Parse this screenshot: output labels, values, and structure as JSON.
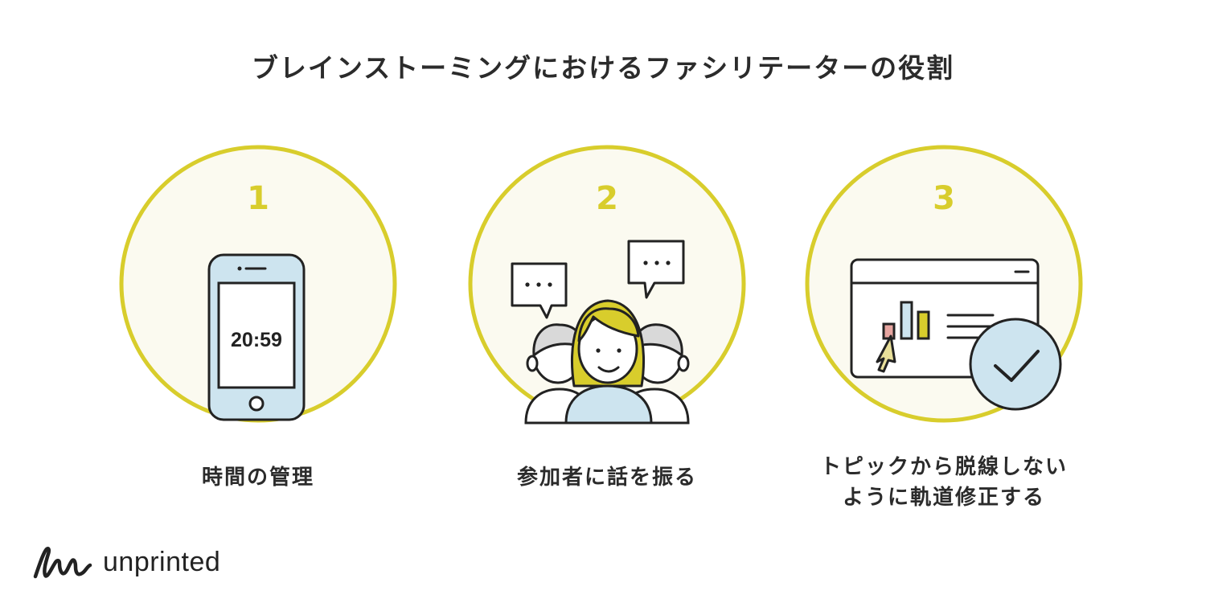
{
  "title": "ブレインストーミングにおけるファシリテーターの役割",
  "steps": [
    {
      "number": "1",
      "caption": "時間の管理",
      "timer_display": "20:59"
    },
    {
      "number": "2",
      "caption": "参加者に話を振る",
      "speech_bubble": "···"
    },
    {
      "number": "3",
      "caption_line1": "トピックから脱線しない",
      "caption_line2": "ように軌道修正する"
    }
  ],
  "brand": {
    "name": "unprinted"
  },
  "colors": {
    "accent_yellow": "#d8cd2c",
    "circle_fill": "#fbfaf0",
    "light_blue": "#cde4ef",
    "outline": "#222222"
  },
  "icons": [
    "smartphone-icon",
    "people-icon",
    "speech-bubble-icon",
    "browser-window-icon",
    "bar-chart-icon",
    "cursor-icon",
    "checkmark-icon"
  ]
}
